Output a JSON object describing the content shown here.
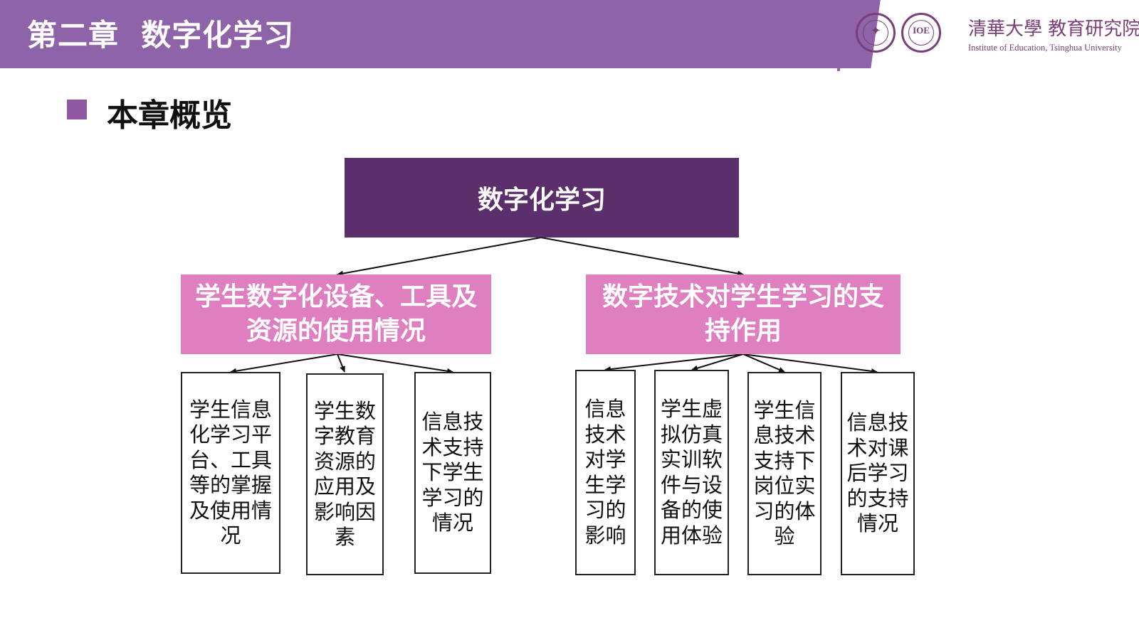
{
  "header": {
    "title": "第二章  数字化学习",
    "logo_cn": "清華大學 教育研究院",
    "logo_en": "Institute of Education, Tsinghua University",
    "seal_text": "IOE",
    "accent_color": "#8f63a8"
  },
  "section": {
    "label": "本章概览"
  },
  "tree": {
    "root": "数字化学习",
    "branches": [
      {
        "label": "学生数字化设备、工具及资源的使用情况",
        "children": [
          "学生信息化学习平台、工具等的掌握及使用情况",
          "学生数字教育资源的应用及影响因素",
          "信息技术支持下学生学习的情况"
        ]
      },
      {
        "label": "数字技术对学生学习的支持作用",
        "children": [
          "信息技术对学生学习的影响",
          "学生虚拟仿真实训软件与设备的使用体验",
          "学生信息技术支持下岗位实习的体验",
          "信息技术对课后学习的支持情况"
        ]
      }
    ]
  },
  "colors": {
    "root_fill": "#5b2f6b",
    "branch_fill": "#df7fbf",
    "bullet": "#8f58a1"
  }
}
